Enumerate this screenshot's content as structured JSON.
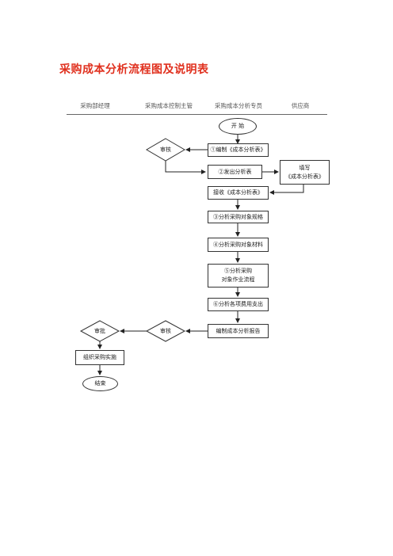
{
  "title": "采购成本分析流程图及说明表",
  "lanes": [
    "采购部经理",
    "采购成本控制主管",
    "采购成本分析专员",
    "供应商"
  ],
  "nodes": {
    "start": "开  始",
    "compile_table": "①编制《成本分析表》",
    "review_1": "审核",
    "issue_table": "②发出分析表",
    "fill_table": "填写\n《成本分析表》",
    "receive_table": "接收《成本分析表》",
    "analyze_specs": "③分析采购对象规格",
    "analyze_materials": "④分析采购对象材料",
    "analyze_process": "⑤分析采购\n对象作业流程",
    "analyze_expenses": "⑥分析各项费用支出",
    "compile_report": "编制成本分析报告",
    "review_2": "审核",
    "approve": "审批",
    "organize_purchase": "组织采购实施",
    "end": "结束"
  }
}
